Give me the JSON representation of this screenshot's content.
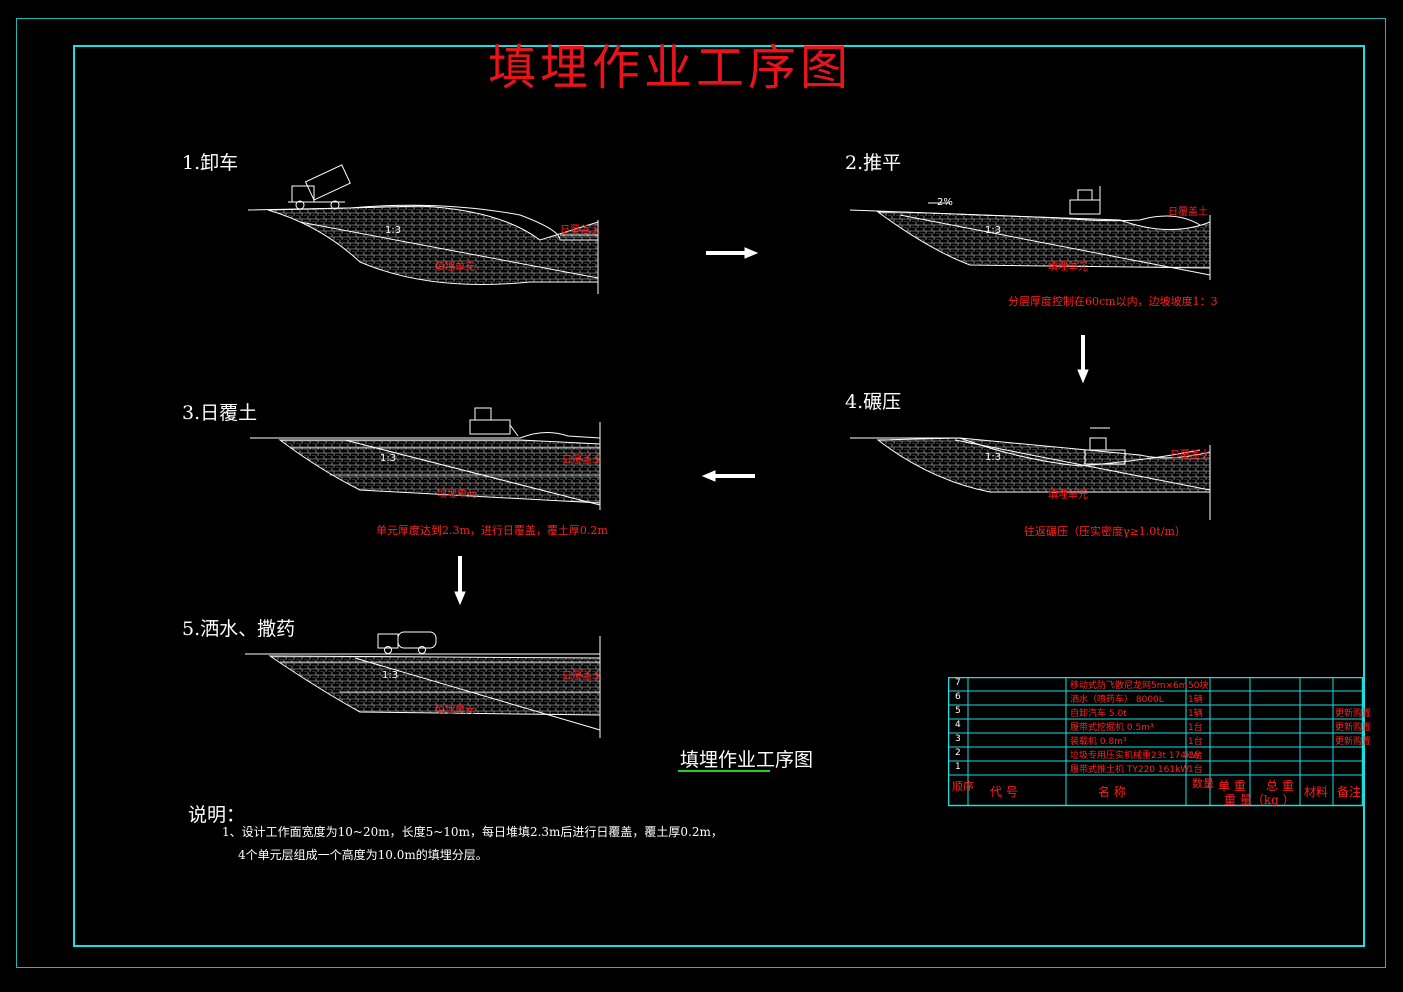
{
  "title": "填埋作业工序图",
  "steps": [
    {
      "label": "1.卸车",
      "layer_label": "填埋单元",
      "cover_label": "日覆盖土",
      "slope": "1:3",
      "note": ""
    },
    {
      "label": "2.推平",
      "layer_label": "填埋单元",
      "cover_label": "日覆盖土",
      "slope": "1:3",
      "grade": "2%",
      "note": "分层厚度控制在60cm以内，边坡坡度1：3"
    },
    {
      "label": "3.日覆土",
      "layer_label": "填埋单元",
      "cover_label": "日覆盖土",
      "slope": "1:3",
      "note": "单元厚度达到2.3m，进行日覆盖，覆土厚0.2m"
    },
    {
      "label": "4.碾压",
      "layer_label": "填埋单元",
      "cover_label": "日覆盖土",
      "slope": "1:3",
      "note": "往返碾压（压实密度γ≥1.0t/m）"
    },
    {
      "label": "5.洒水、撒药",
      "layer_label": "填埋单元",
      "cover_label": "日覆盖土",
      "slope": "1:3",
      "note": ""
    }
  ],
  "subtitle": "填埋作业工序图",
  "notes": {
    "heading": "说明：",
    "line1": "1、设计工作面宽度为10~20m，长度5~10m，每日堆填2.3m后进行日覆盖，覆土厚0.2m，",
    "line2": "4个单元层组成一个高度为10.0m的填埋分层。"
  },
  "table": {
    "rows": [
      {
        "no": "7",
        "name": "移动式防飞散尼龙网5m×6m",
        "qty": "50块",
        "remark": ""
      },
      {
        "no": "6",
        "name": "洒水（喷药车）    8000L",
        "qty": "1辆",
        "remark": ""
      },
      {
        "no": "5",
        "name": "自卸汽车          5.0t",
        "qty": "1辆",
        "remark": "更新购置"
      },
      {
        "no": "4",
        "name": "履带式挖掘机      0.5m³",
        "qty": "1台",
        "remark": "更新购置"
      },
      {
        "no": "3",
        "name": "装载机            0.8m³",
        "qty": "1台",
        "remark": "更新购置"
      },
      {
        "no": "2",
        "name": "垃圾专用压实机械重23t 174kW",
        "qty": "1台",
        "remark": ""
      },
      {
        "no": "1",
        "name": "履带式推土机 TY220 161kW",
        "qty": "1台",
        "remark": ""
      }
    ],
    "header": {
      "no": "顺序",
      "code": "代 号",
      "name": "名 称",
      "qty": "数量",
      "unit_weight": "单 重",
      "total_weight": "总 重",
      "weight_label": "重 量（kg ）",
      "material": "材料",
      "remark": "备注"
    }
  },
  "colors": {
    "frame": "#19e0e0",
    "title": "#e8141b",
    "label": "#ff2020",
    "ground": "#ffffff",
    "accent_underline": "#22d022"
  }
}
